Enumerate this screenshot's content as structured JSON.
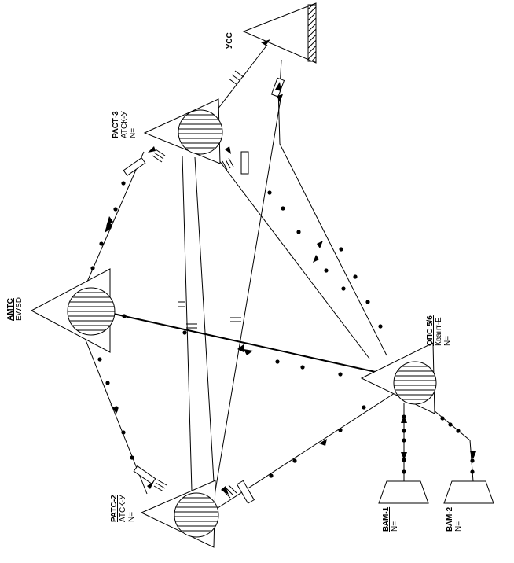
{
  "nodes": {
    "amts": {
      "name": "АМТС",
      "type": "EWSD",
      "n": ""
    },
    "rast3": {
      "name": "РАСТ-3",
      "type": "АТСК-У",
      "n": "N="
    },
    "rats2": {
      "name": "РАТС-2",
      "type": "АТСК-У",
      "n": "N="
    },
    "ops56": {
      "name": "ОПС 5/6",
      "type": "Квант-Е",
      "n": "N="
    },
    "uss": {
      "name": "УСС",
      "type": "",
      "n": ""
    },
    "vam1": {
      "name": "ВАМ-1",
      "type": "",
      "n": "N="
    },
    "vam2": {
      "name": "ВАМ-2",
      "type": "",
      "n": "N="
    }
  },
  "colors": {
    "ink": "#000000",
    "background": "#ffffff"
  }
}
